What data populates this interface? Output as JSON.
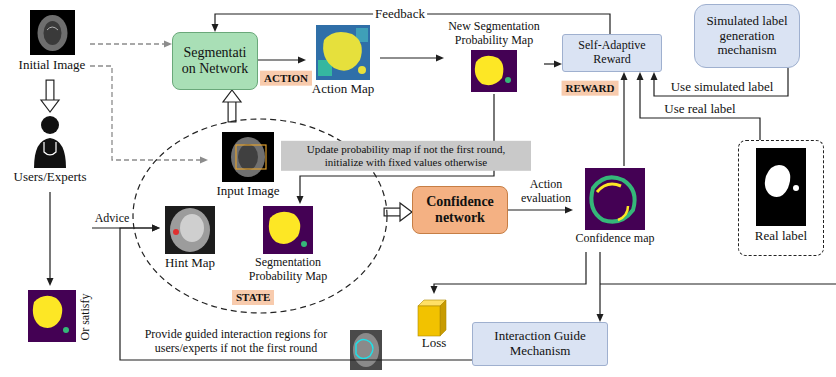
{
  "diagram": {
    "nodes": [
      {
        "text": [
          "Initial Image"
        ]
      },
      {
        "text": [
          "Segmentati on Network"
        ]
      },
      {
        "text": [
          "Action Map"
        ]
      },
      {
        "text": [
          "New Segmentation Probability Map"
        ]
      },
      {
        "text": [
          "Self-Adaptive Reward"
        ]
      },
      {
        "text": [
          "Simulated label generation mechanism"
        ]
      },
      {
        "text": [
          "Users/Experts"
        ]
      },
      {
        "text": [
          "STATE"
        ]
      },
      {
        "text": [
          "Input Image"
        ],
        "in": 7
      },
      {
        "text": [
          "Hint Map"
        ],
        "in": 7
      },
      {
        "text": [
          "Segmentation Probability Map"
        ],
        "in": 7
      },
      {
        "text": [
          "Confidence network"
        ]
      },
      {
        "text": [
          "Confidence map"
        ]
      },
      {
        "text": [
          "Real label"
        ]
      },
      {
        "text": [
          "Or satisfy"
        ]
      },
      {
        "text": [
          "Loss"
        ]
      },
      {
        "text": [
          "Interaction Guide Mechanism"
        ]
      }
    ],
    "edges": [
      {
        "from": 0,
        "to": 6,
        "arrow": "to"
      },
      {
        "from": 0,
        "to": 1,
        "arrow": "to"
      },
      {
        "from": 0,
        "to": 8,
        "arrow": "to"
      },
      {
        "from": 7,
        "to": 1,
        "arrow": "to"
      },
      {
        "from": 7,
        "to": 11,
        "arrow": "to"
      },
      {
        "from": 1,
        "to": 2,
        "label": "ACTION",
        "arrow": "to"
      },
      {
        "from": 2,
        "to": 3,
        "arrow": "to"
      },
      {
        "from": 3,
        "to": 4,
        "arrow": "to"
      },
      {
        "from": 3,
        "to": 10,
        "label": "Update probability map if not the first round, initialize with fixed values otherwise",
        "arrow": "to"
      },
      {
        "from": 4,
        "to": 1,
        "label": "Feedback",
        "arrow": "to"
      },
      {
        "from": 5,
        "to": 4,
        "label": "Use simulated label",
        "arrow": "to"
      },
      {
        "from": 13,
        "to": 4,
        "label": "Use real label",
        "arrow": "to"
      },
      {
        "from": 11,
        "to": 12,
        "label": "Action evaluation",
        "arrow": "to"
      },
      {
        "from": 12,
        "to": 4,
        "arrow": "to"
      },
      {
        "from": 12,
        "to": 16,
        "arrow": "to"
      },
      {
        "from": 12,
        "to": 15,
        "arrow": "to"
      },
      {
        "from": 6,
        "to": 9,
        "label": "Advice",
        "arrow": "to"
      },
      {
        "from": 6,
        "to": 14,
        "arrow": "to"
      },
      {
        "from": 16,
        "to": 9,
        "label": "Provide guided interaction regions for users/experts if not the first round",
        "arrow": "to"
      }
    ],
    "labels": [
      "REWARD"
    ]
  }
}
